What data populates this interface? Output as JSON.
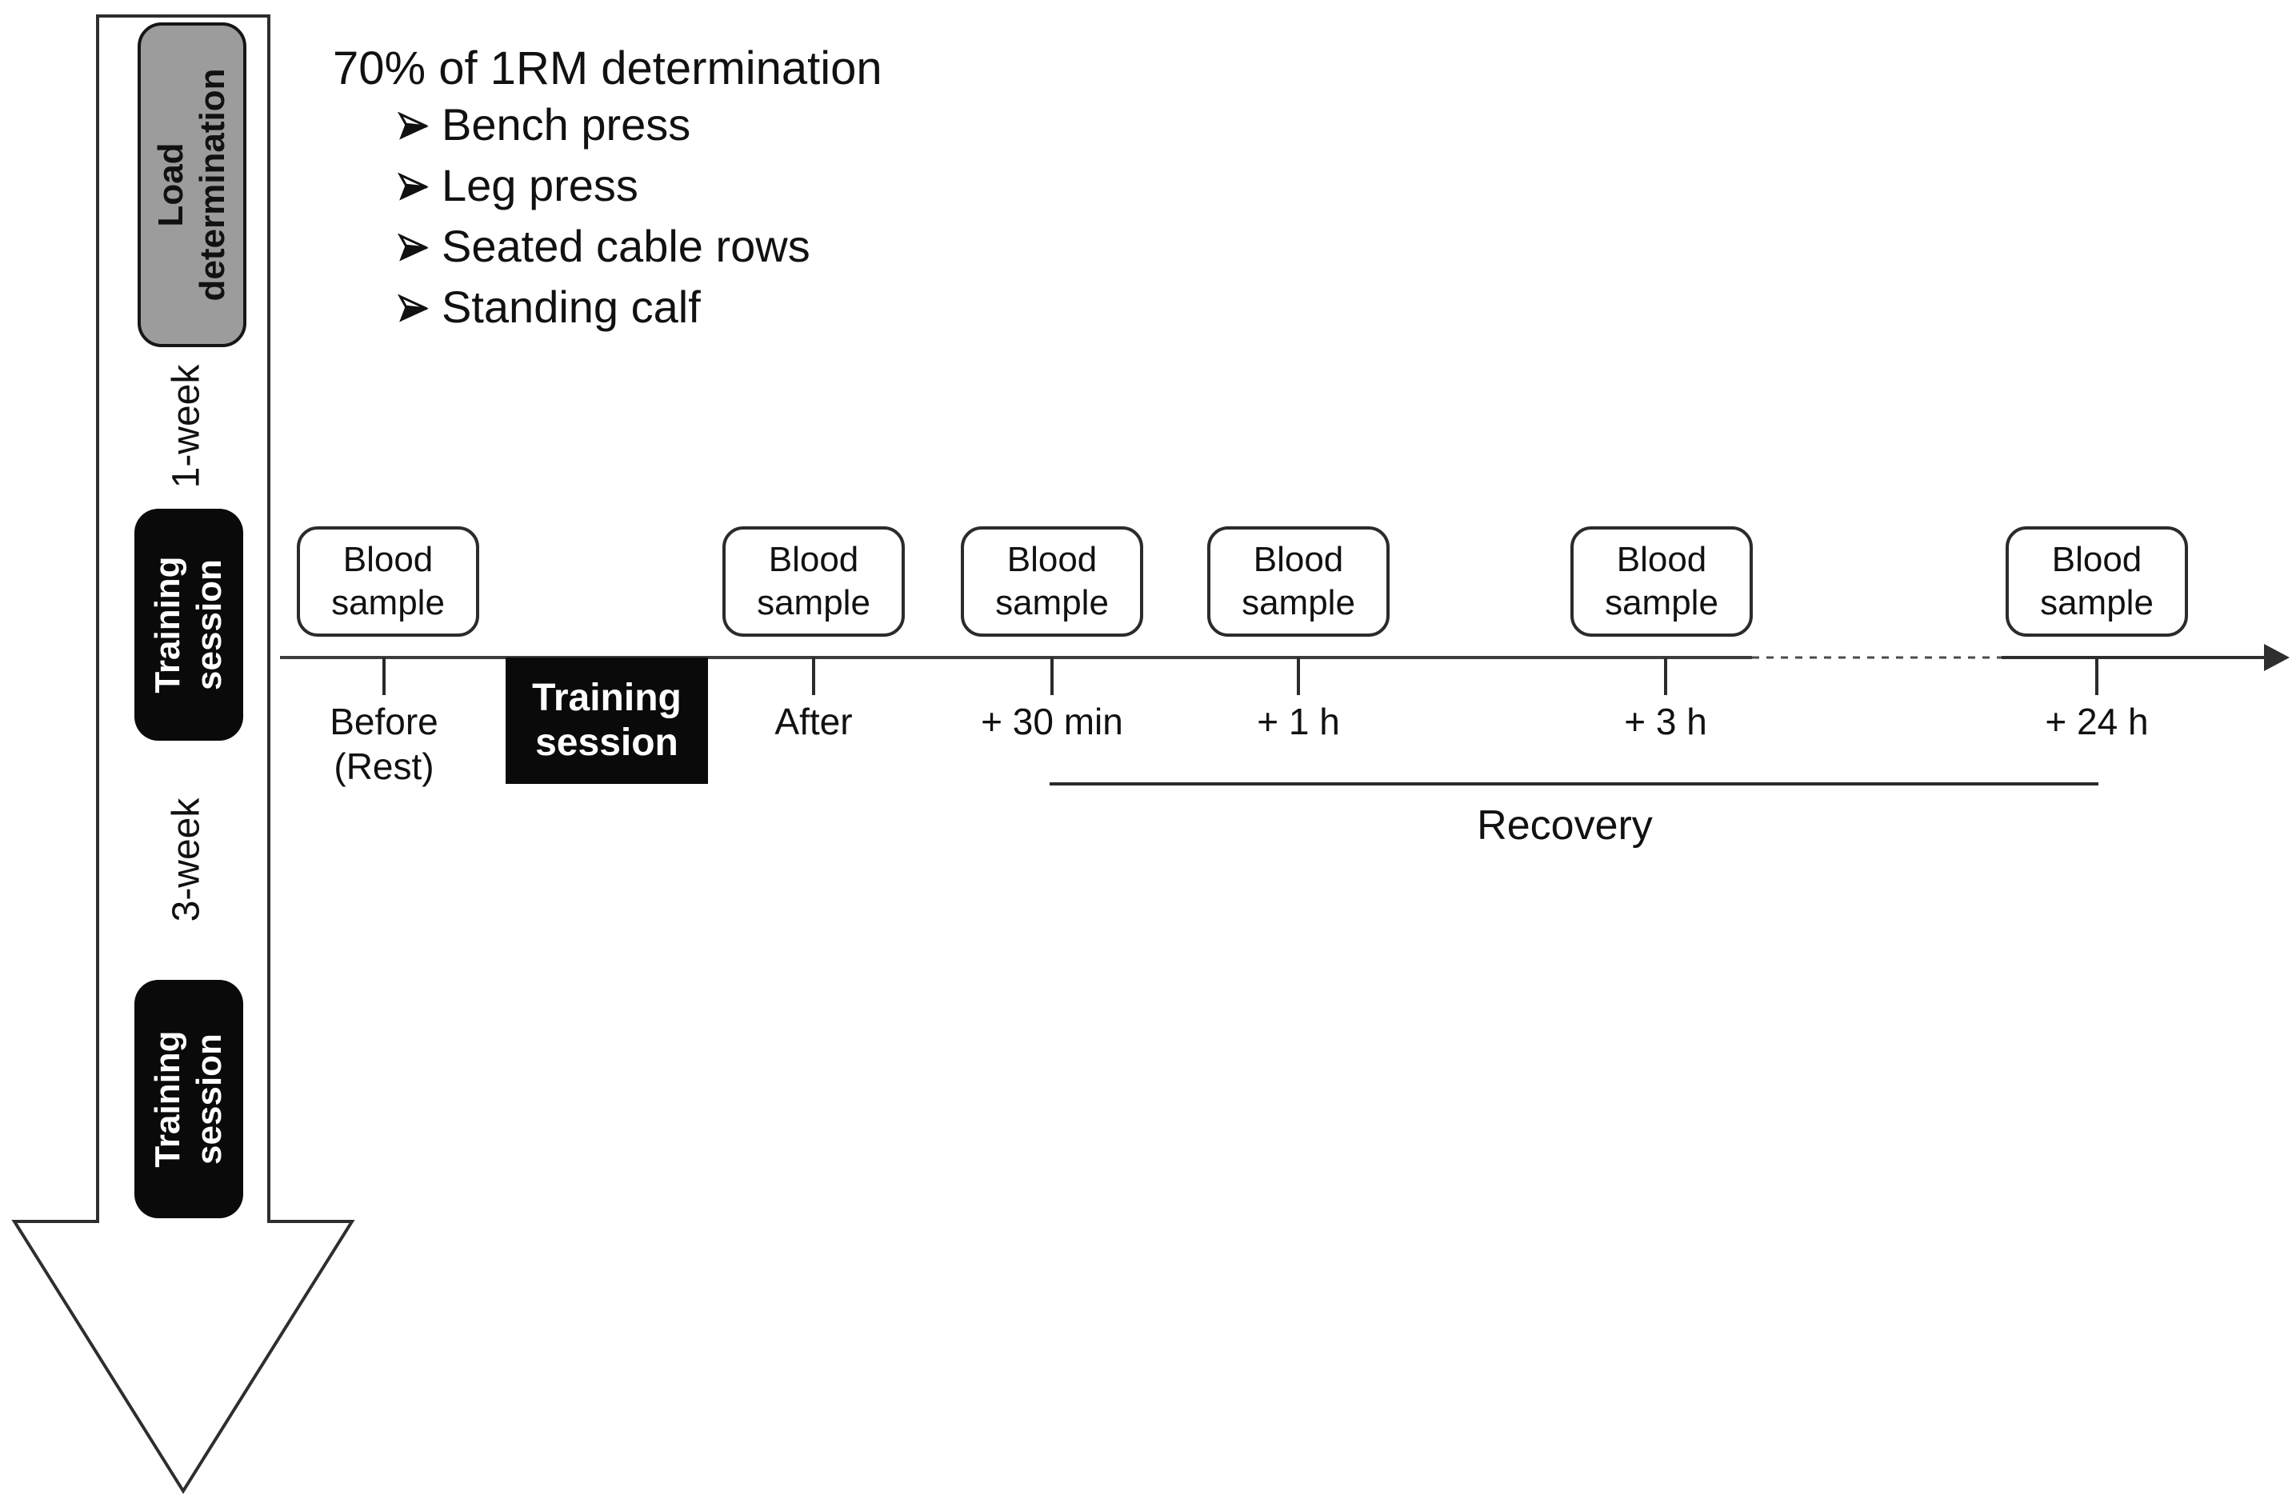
{
  "figure": {
    "header": {
      "title": "70% of 1RM determination",
      "exercises": [
        {
          "label": "Bench press"
        },
        {
          "label": "Leg press"
        },
        {
          "label": "Seated cable rows"
        },
        {
          "label": "Standing calf"
        }
      ]
    },
    "study_arrow": {
      "load_determination": "Load\ndetermination",
      "week1": "1-week",
      "training_session_1": "Training\nsession",
      "week3": "3-week",
      "training_session_2": "Training\nsession"
    },
    "timeline": {
      "samples": [
        {
          "box": "Blood\nsample",
          "time": "Before\n(Rest)"
        },
        {
          "box": "Blood\nsample",
          "time": "After"
        },
        {
          "box": "Blood\nsample",
          "time": "+ 30 min"
        },
        {
          "box": "Blood\nsample",
          "time": "+ 1 h"
        },
        {
          "box": "Blood\nsample",
          "time": "+ 3 h"
        },
        {
          "box": "Blood\nsample",
          "time": "+ 24 h"
        }
      ],
      "session_box": "Training\nsession",
      "recovery_label": "Recovery"
    },
    "colors": {
      "box_black": "#0a0a0a",
      "box_gray": "#9c9c9c",
      "line": "#2b2b2b"
    }
  }
}
